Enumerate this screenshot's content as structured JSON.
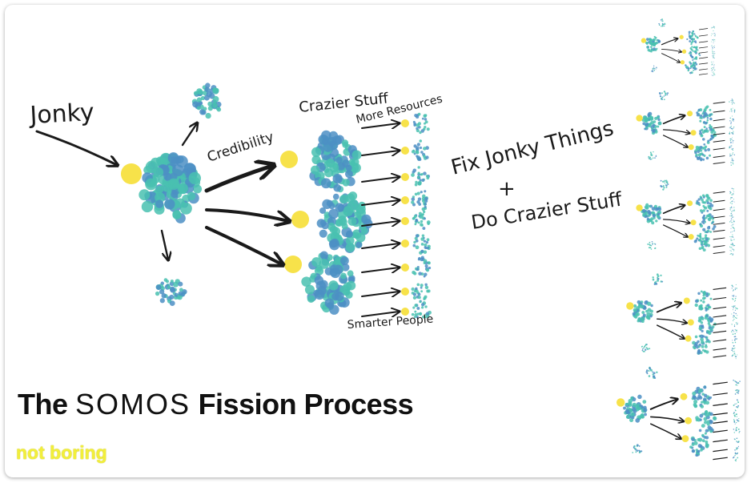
{
  "labels": {
    "jonky": "Jonky",
    "credibility": "Credibility",
    "crazier_stuff": "Crazier Stuff",
    "more_resources": "More Resources",
    "smarter_people": "Smarter People",
    "fix_line": "Fix Jonky Things",
    "plus": "+",
    "do_line": "Do Crazier Stuff"
  },
  "title": {
    "prefix": "The",
    "brand": "SOMOS",
    "suffix": "Fission Process"
  },
  "tagline": "not boring",
  "colors": {
    "blob_teal": "#49c1b0",
    "blob_blue": "#4c8fc4",
    "core_yellow": "#f7e24a",
    "ink": "#1a1a1a",
    "tagline": "#f2ef3a"
  }
}
